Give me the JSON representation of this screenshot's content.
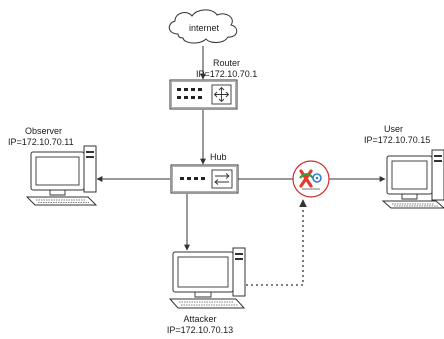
{
  "internet": {
    "label": "internet"
  },
  "router": {
    "name": "Router",
    "ip": "IP=172.10.70.1"
  },
  "hub": {
    "name": "Hub"
  },
  "observer": {
    "name": "Observer",
    "ip": "IP=172.10.70.11"
  },
  "user": {
    "name": "User",
    "ip": "IP=172.10.70.15"
  },
  "attacker": {
    "name": "Attacker",
    "ip": "IP=172.10.70.13"
  },
  "colors": {
    "stroke": "#333333",
    "attack_circle": "#d22b2b",
    "attack_red": "#e23a2e",
    "attack_green": "#3a9a3a",
    "attack_blue": "#2f7fd6"
  }
}
